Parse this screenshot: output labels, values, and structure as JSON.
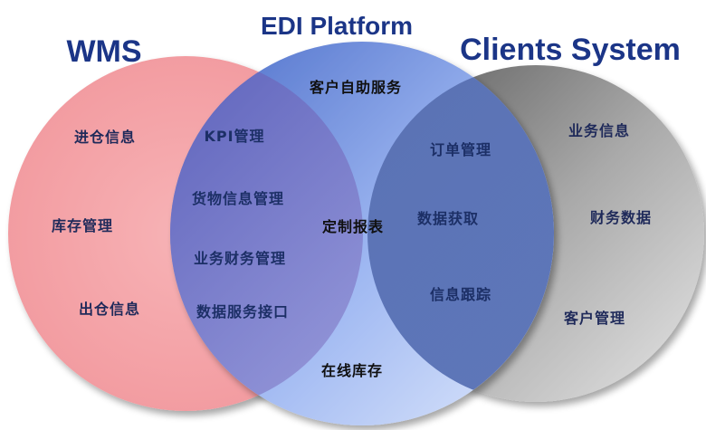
{
  "titles": {
    "wms": "WMS",
    "edi": "EDI Platform",
    "clients": "Clients System"
  },
  "colors": {
    "title_blue": "#1b3587",
    "wms_fill": "#f4a6aa",
    "edi_fill": "#7f9fe6",
    "clients_fill": "#7c7c7c",
    "label_navy": "#1f2a5a"
  },
  "wms_only": [
    "进仓信息",
    "库存管理",
    "出仓信息"
  ],
  "wms_edi_overlap": [
    "KPI管理",
    "货物信息管理",
    "业务财务管理",
    "数据服务接口"
  ],
  "edi_only": {
    "top": "客户自助服务",
    "center": "定制报表",
    "bottom": "在线库存"
  },
  "edi_clients_overlap": [
    "订单管理",
    "数据获取",
    "信息跟踪"
  ],
  "clients_only": [
    "业务信息",
    "财务数据",
    "客户管理"
  ]
}
